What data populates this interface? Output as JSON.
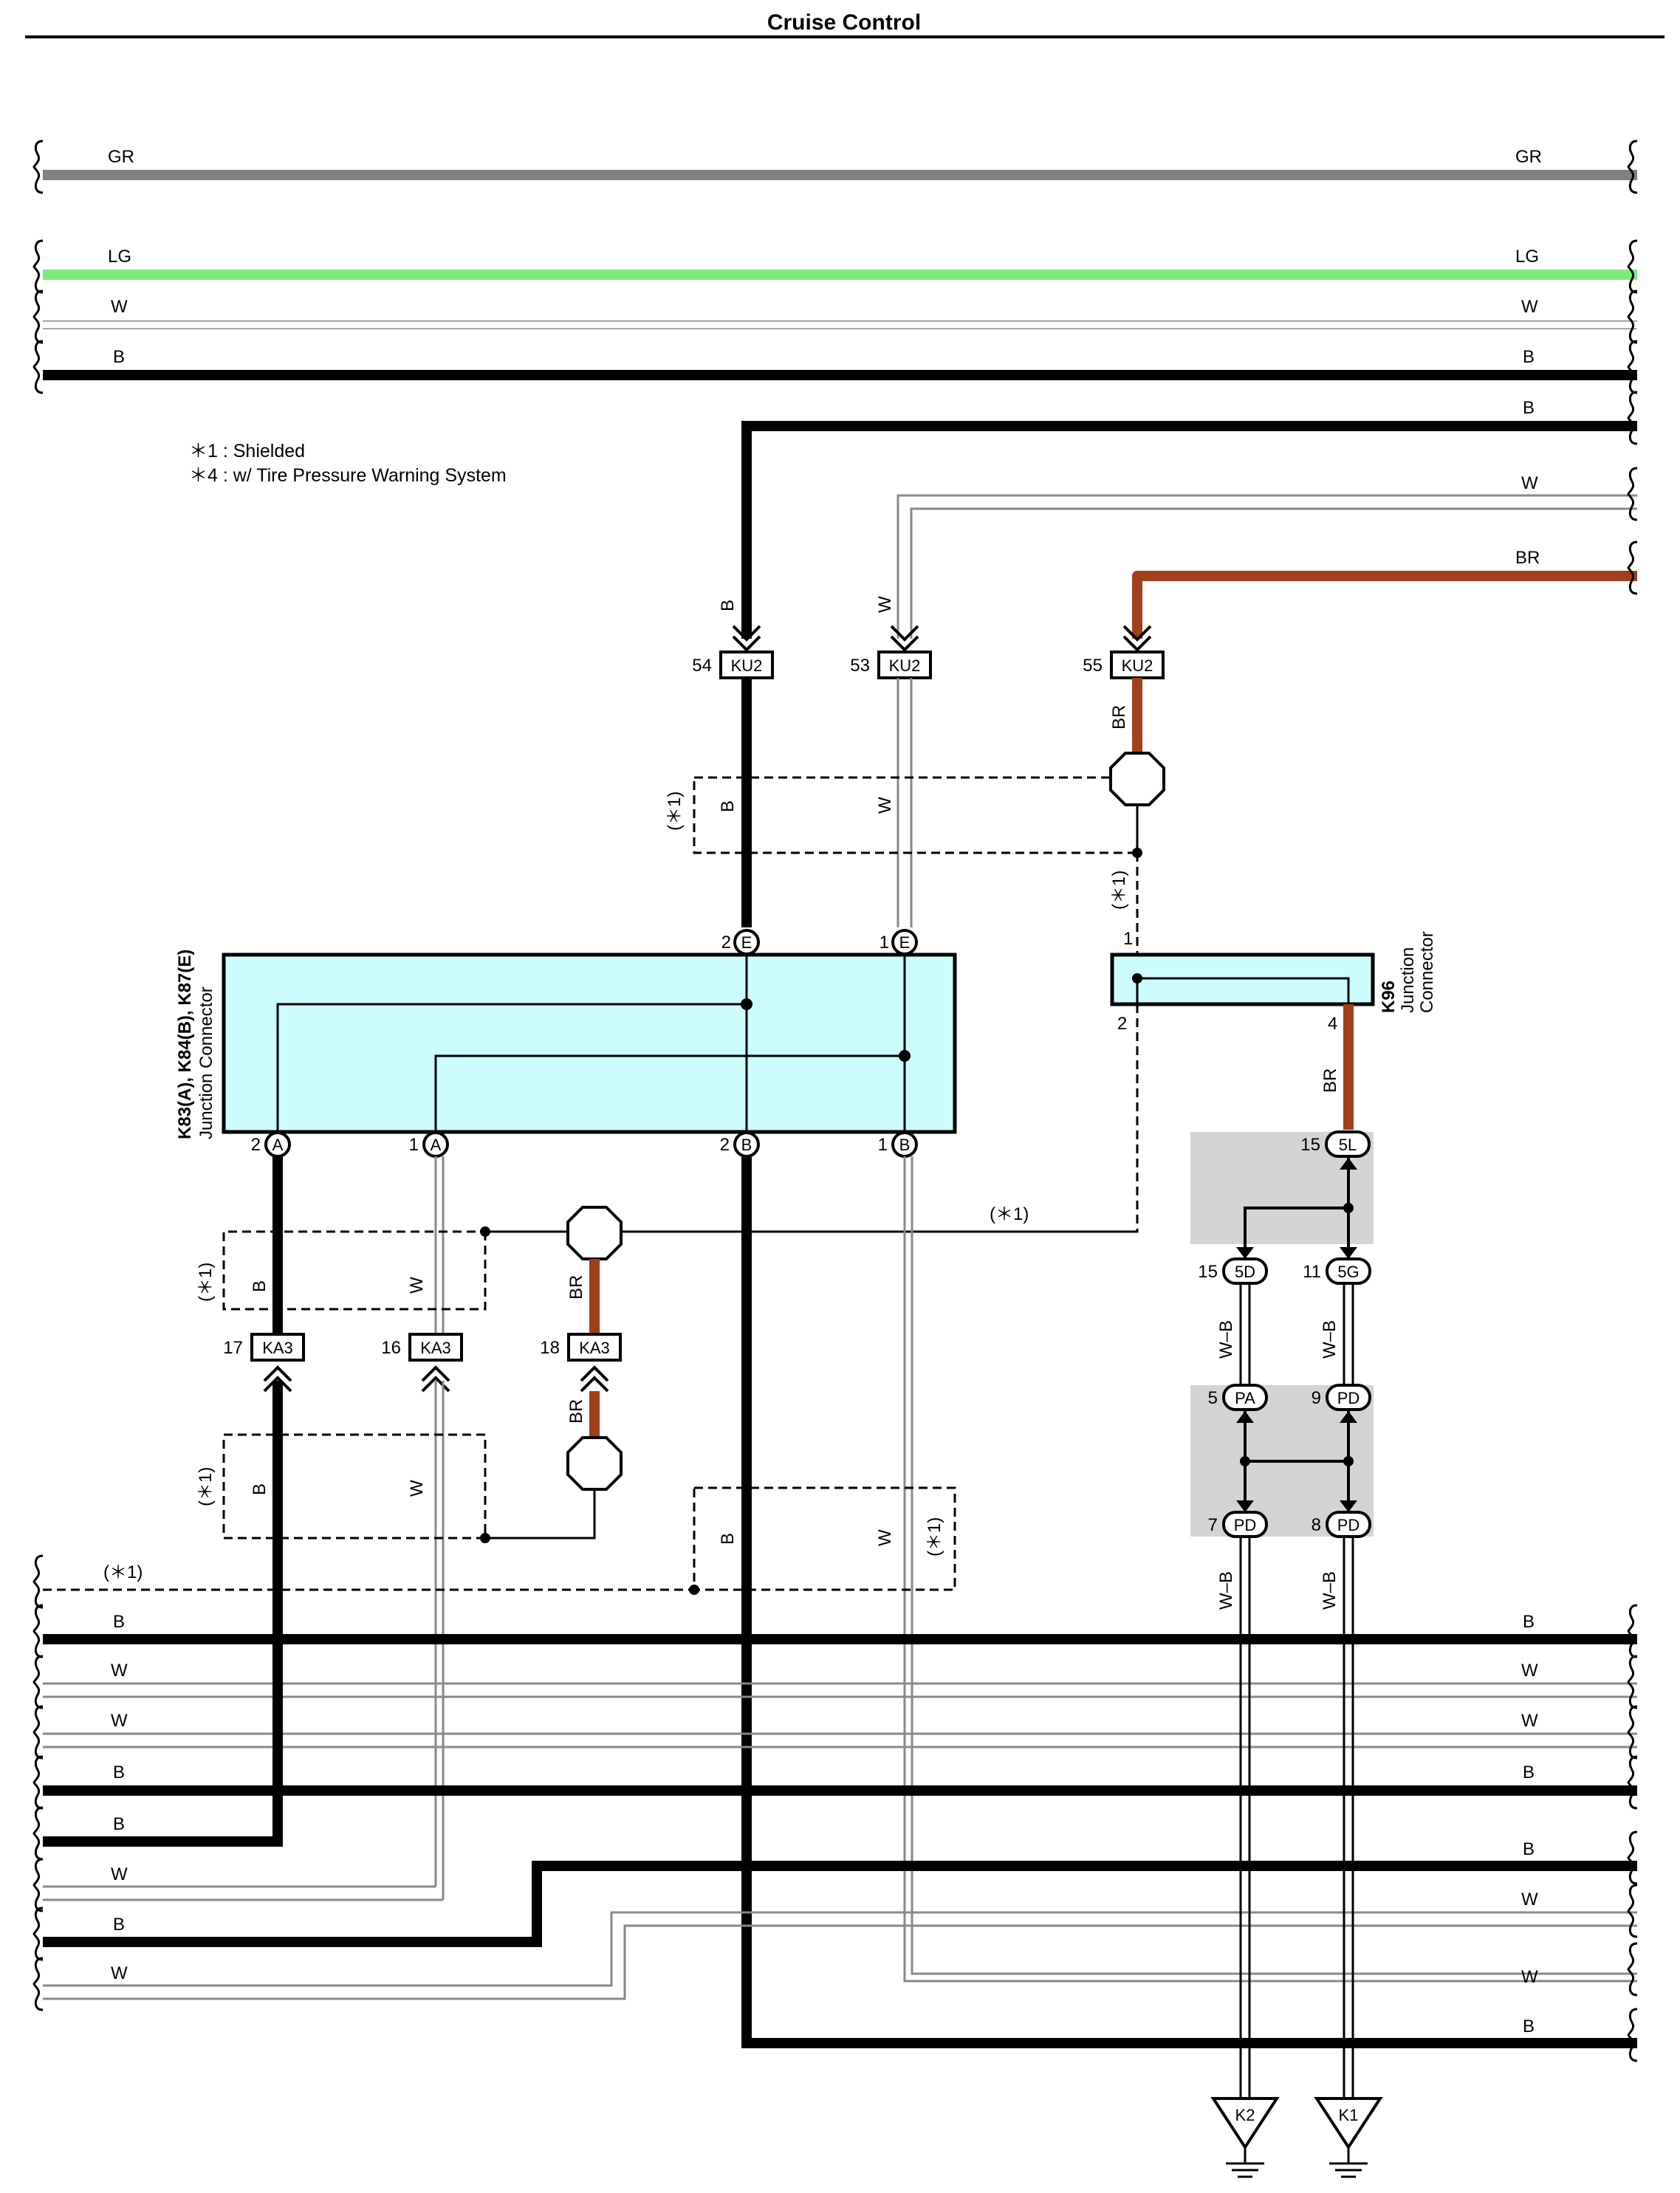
{
  "title": "Cruise Control",
  "notes": [
    "＊1 : Shielded",
    "＊4 : w/ Tire Pressure Warning System"
  ],
  "colors": {
    "B": "#000000",
    "W": "#ffffff",
    "GR": "#808080",
    "LG": "#7fe97f",
    "BR": "#a0401a",
    "junction_fill": "#ccfcfc",
    "splice_box": "#d4d4d4"
  },
  "wire_codes": {
    "GR": "GR",
    "LG": "LG",
    "W": "W",
    "B": "B",
    "BR": "BR",
    "WB": "W–B"
  },
  "shield_label": "(＊1)",
  "connectors": {
    "KU2": "KU2",
    "KA3": "KA3",
    "E": "E",
    "A": "A",
    "Bc": "B",
    "L5": "5L",
    "D5": "5D",
    "G5": "5G",
    "PA": "PA",
    "PD": "PD"
  },
  "pins": {
    "p54": "54",
    "p53": "53",
    "p55": "55",
    "p17": "17",
    "p16": "16",
    "p18": "18",
    "p1": "1",
    "p2": "2",
    "p4": "4",
    "p15": "15",
    "p11": "11",
    "p5": "5",
    "p9": "9",
    "p7": "7",
    "p8": "8"
  },
  "junction_connector_1": {
    "id": "K83(A), K84(B), K87(E)",
    "name": "Junction Connector"
  },
  "junction_connector_2": {
    "id": "K96",
    "name_line1": "Junction",
    "name_line2": "Connector"
  },
  "grounds": [
    "K2",
    "K1"
  ]
}
